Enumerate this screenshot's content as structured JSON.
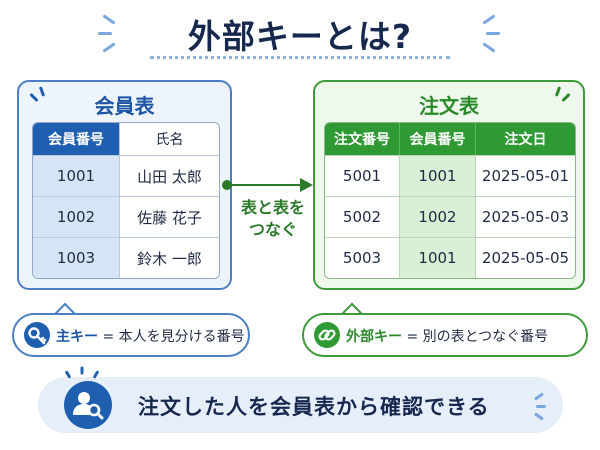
{
  "title": "外部キーとは?",
  "members": {
    "title": "会員表",
    "headers": [
      "会員番号",
      "氏名"
    ],
    "rows": [
      [
        "1001",
        "山田 太郎"
      ],
      [
        "1002",
        "佐藤 花子"
      ],
      [
        "1003",
        "鈴木 一郎"
      ]
    ]
  },
  "orders": {
    "title": "注文表",
    "headers": [
      "注文番号",
      "会員番号",
      "注文日"
    ],
    "rows": [
      [
        "5001",
        "1001",
        "2025-05-01"
      ],
      [
        "5002",
        "1002",
        "2025-05-03"
      ],
      [
        "5003",
        "1001",
        "2025-05-05"
      ]
    ]
  },
  "connector": {
    "line1": "表と表を",
    "line2": "つなぐ"
  },
  "callouts": {
    "primary_key": {
      "term": "主キー",
      "desc": " = 本人を見分ける番号",
      "icon": "key-icon"
    },
    "foreign_key": {
      "term": "外部キー",
      "desc": " = 別の表とつなぐ番号",
      "icon": "link-icon"
    }
  },
  "summary": {
    "text": "注文した人を会員表から確認できる",
    "icon": "user-search-icon"
  },
  "colors": {
    "blue": "#1f5fb0",
    "green": "#2f9a34",
    "navy": "#17284f"
  }
}
